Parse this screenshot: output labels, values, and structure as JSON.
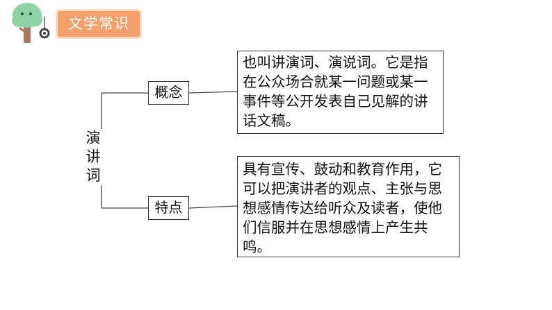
{
  "header": {
    "title": "文学常识"
  },
  "colors": {
    "badge": "#f4a06a",
    "badge_border": "#fbd9bf",
    "tree_leaves": "#8fd3a5",
    "tree_trunk": "#a9775a"
  },
  "diagram": {
    "root": "演讲词",
    "branches": [
      {
        "label": "概念",
        "description": "也叫讲演词、演说词。它是指在公众场合就某一问题或某一事件等公开发表自己见解的讲话文稿。"
      },
      {
        "label": "特点",
        "description": "具有宣传、鼓动和教育作用，它可以把演讲者的观点、主张与思想感情传达给听众及读者，使他们信服并在思想感情上产生共鸣。"
      }
    ]
  }
}
